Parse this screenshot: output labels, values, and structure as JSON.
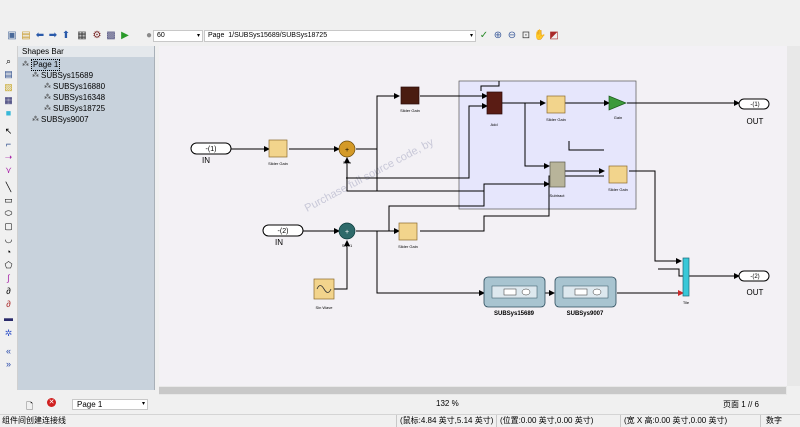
{
  "toolbar": {
    "zoom_combo_value": "60",
    "page_label": "Page",
    "path_value": "1/SUBSys15689/SUBSys18725"
  },
  "shapes_bar": {
    "title": "Shapes Bar",
    "tree": [
      {
        "label": "Page  1",
        "level": 0,
        "selected": true
      },
      {
        "label": "SUBSys15689",
        "level": 1
      },
      {
        "label": "SUBSys16880",
        "level": 2
      },
      {
        "label": "SUBSys16348",
        "level": 2
      },
      {
        "label": "SUBSys18725",
        "level": 2
      },
      {
        "label": "SUBSys9007",
        "level": 1
      }
    ]
  },
  "diagram": {
    "in1_port": "-(1)",
    "in1_label": "IN",
    "in2_port": "-(2)",
    "in2_label": "IN",
    "out1_port": "-(1)",
    "out1_label": "OUT",
    "out2_port": "-(2)",
    "out2_label": "OUT",
    "slider_gain": "Slider Gain",
    "add": "Add",
    "gain": "Gain",
    "subtract": "Subtract",
    "sum": "Sum",
    "sum1": "Sum1",
    "sine_wave": "Sin Wave",
    "tile": "Tile",
    "subsys1": "SUBSys15689",
    "subsys2": "SUBSys9007",
    "watermark": "Purchase full source code, by"
  },
  "bottom": {
    "page_tab": "Page  1",
    "zoom_percent": "132 %",
    "page_count": "页面 1 // 6"
  },
  "status": {
    "hint": "组件间创建连接线",
    "mouse": "(鼠标:4.84 英寸,5.14 英寸)",
    "position": "(位置:0.00 英寸,0.00 英寸)",
    "size": "(宽 X 高:0.00 英寸,0.00 英寸)",
    "numlock": "数字"
  },
  "colors": {
    "canvas_bg": "#f3f1f5",
    "group_fill": "#e6e6fc",
    "slider_gain_fill": "#f2d48c",
    "dark_gain_fill": "#4a1c10",
    "sum_fill": "#d49a28",
    "sum1_fill": "#2e6a6a",
    "gain_triangle": "#3c9a3c",
    "tile_fill": "#38c8d8",
    "subsys_fill": "#a8c4d0"
  }
}
